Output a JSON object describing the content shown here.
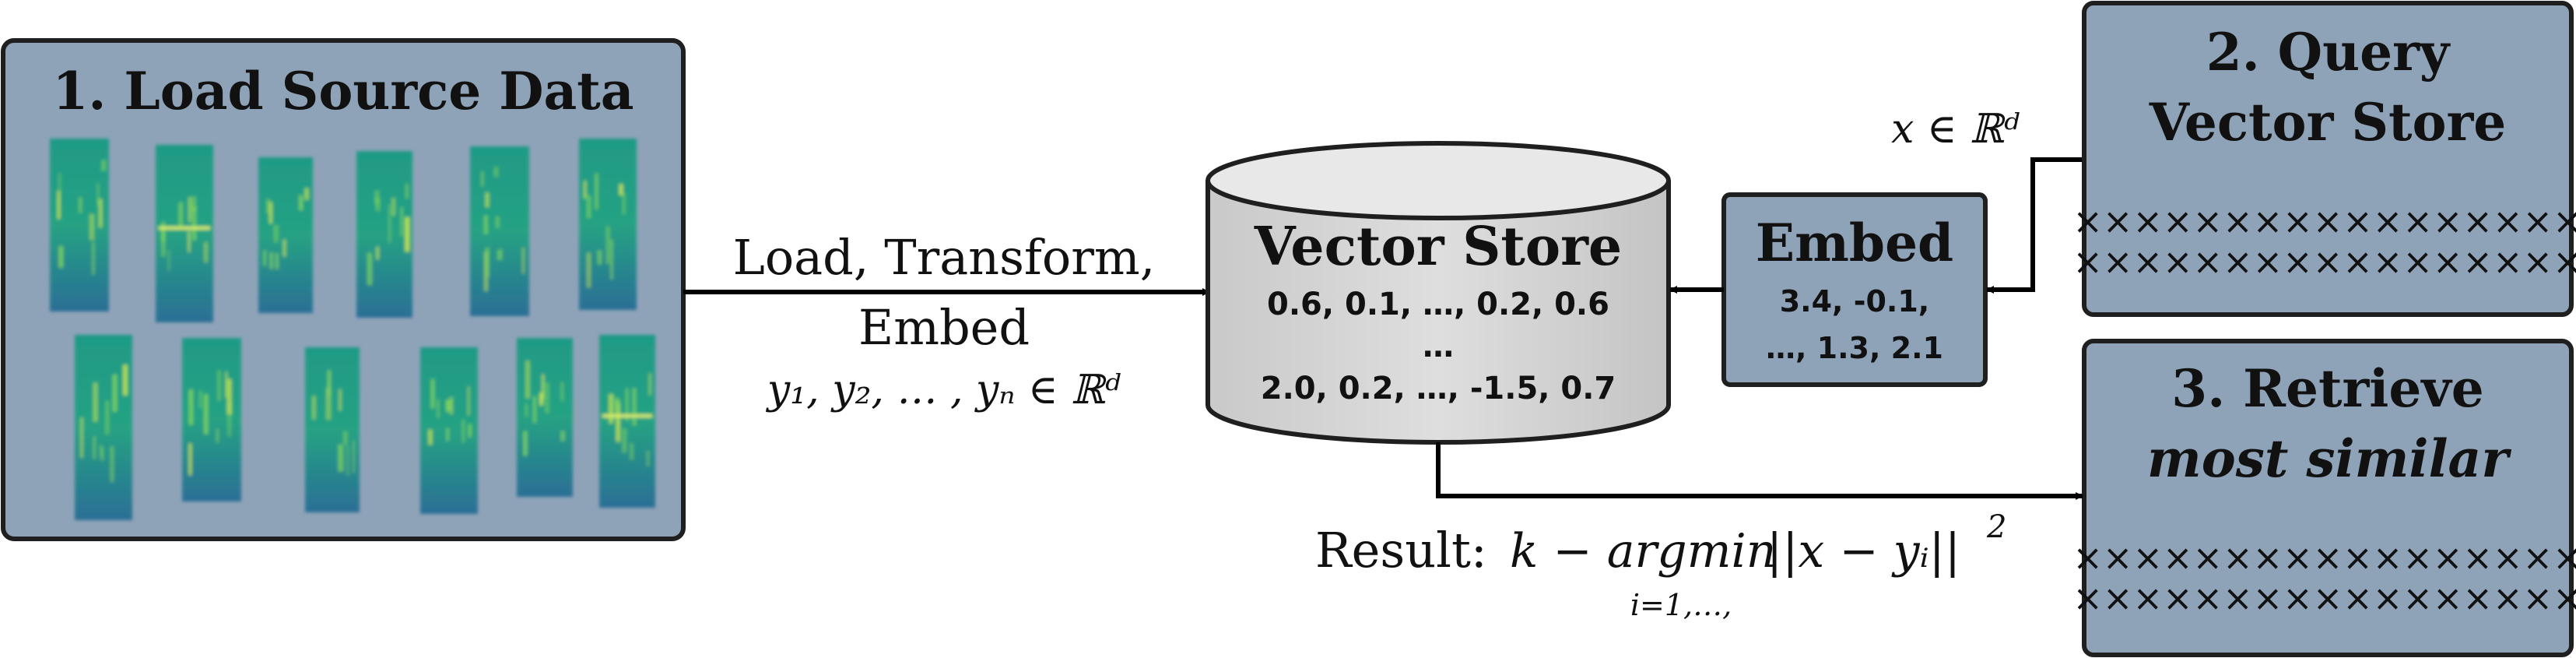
{
  "source_box": {
    "title": "1. Load Source Data"
  },
  "load_label": {
    "line1": "Load, Transform,",
    "line2": "Embed",
    "math": "y₁, y₂, … , yₙ ∈ ℝᵈ"
  },
  "vector_store": {
    "title": "Vector Store",
    "row1": "0.6, 0.1, …, 0.2, 0.6",
    "ellipsis": "…",
    "row2": "2.0, 0.2, …, -1.5, 0.7"
  },
  "embed_box": {
    "title": "Embed",
    "row1": "3.4, -0.1,",
    "row2": "…, 1.3, 2.1"
  },
  "query_label": "x ∈ ℝᵈ",
  "query_box": {
    "title_line1": "2. Query",
    "title_line2": "Vector Store",
    "x_row1": "×××××××××××××××××",
    "x_row2": "×××××××××××××××××"
  },
  "retrieve_box": {
    "title_line1": "3. Retrieve",
    "title_line2": "most similar",
    "x_row1": "×××××××××××××××××",
    "x_row2": "×××××××××××××××××"
  },
  "result_label": {
    "prefix": "Result:",
    "expr": "k − argmin",
    "norm": "||x − yᵢ||",
    "power": "2",
    "subscript": "i=1,…,"
  }
}
